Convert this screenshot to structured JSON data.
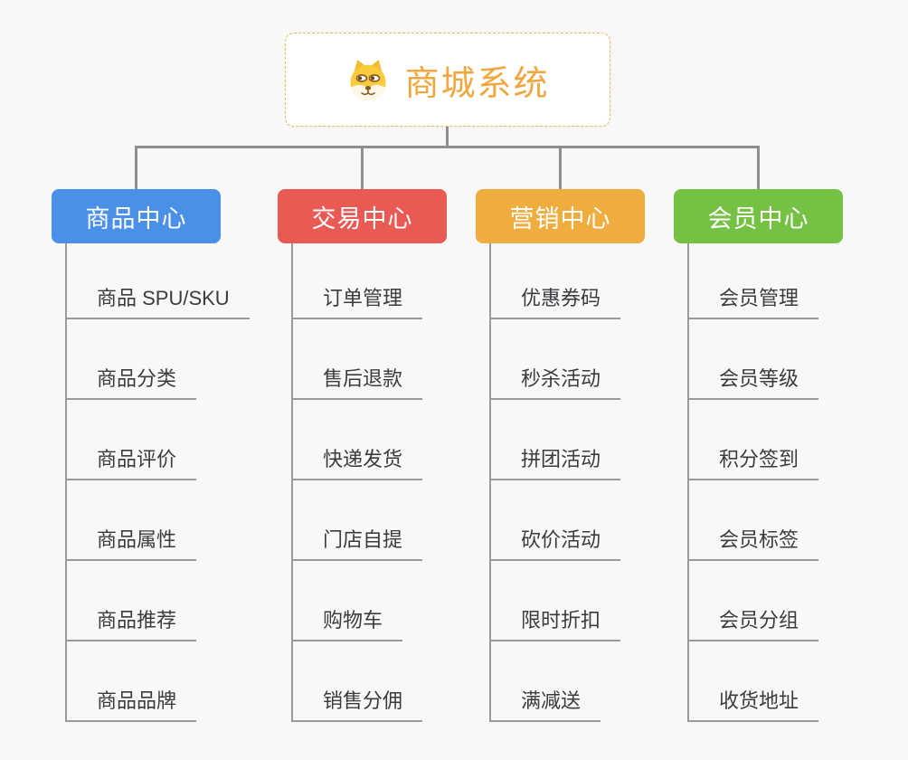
{
  "page": {
    "background": "#f8f8f8",
    "connector_color": "#8f8f8f"
  },
  "root": {
    "title": "商城系统",
    "icon": "dog-face",
    "title_color": "#f0a73f",
    "border_color": "#f6b254"
  },
  "branches": [
    {
      "label": "商品中心",
      "color": "#4a8fe8",
      "items": [
        "商品 SPU/SKU",
        "商品分类",
        "商品评价",
        "商品属性",
        "商品推荐",
        "商品品牌"
      ]
    },
    {
      "label": "交易中心",
      "color": "#ea5a55",
      "items": [
        "订单管理",
        "售后退款",
        "快递发货",
        "门店自提",
        "购物车",
        "销售分佣"
      ]
    },
    {
      "label": "营销中心",
      "color": "#efad3f",
      "items": [
        "优惠券码",
        "秒杀活动",
        "拼团活动",
        "砍价活动",
        "限时折扣",
        "满减送"
      ]
    },
    {
      "label": "会员中心",
      "color": "#74c144",
      "items": [
        "会员管理",
        "会员等级",
        "积分签到",
        "会员标签",
        "会员分组",
        "收货地址"
      ]
    }
  ]
}
